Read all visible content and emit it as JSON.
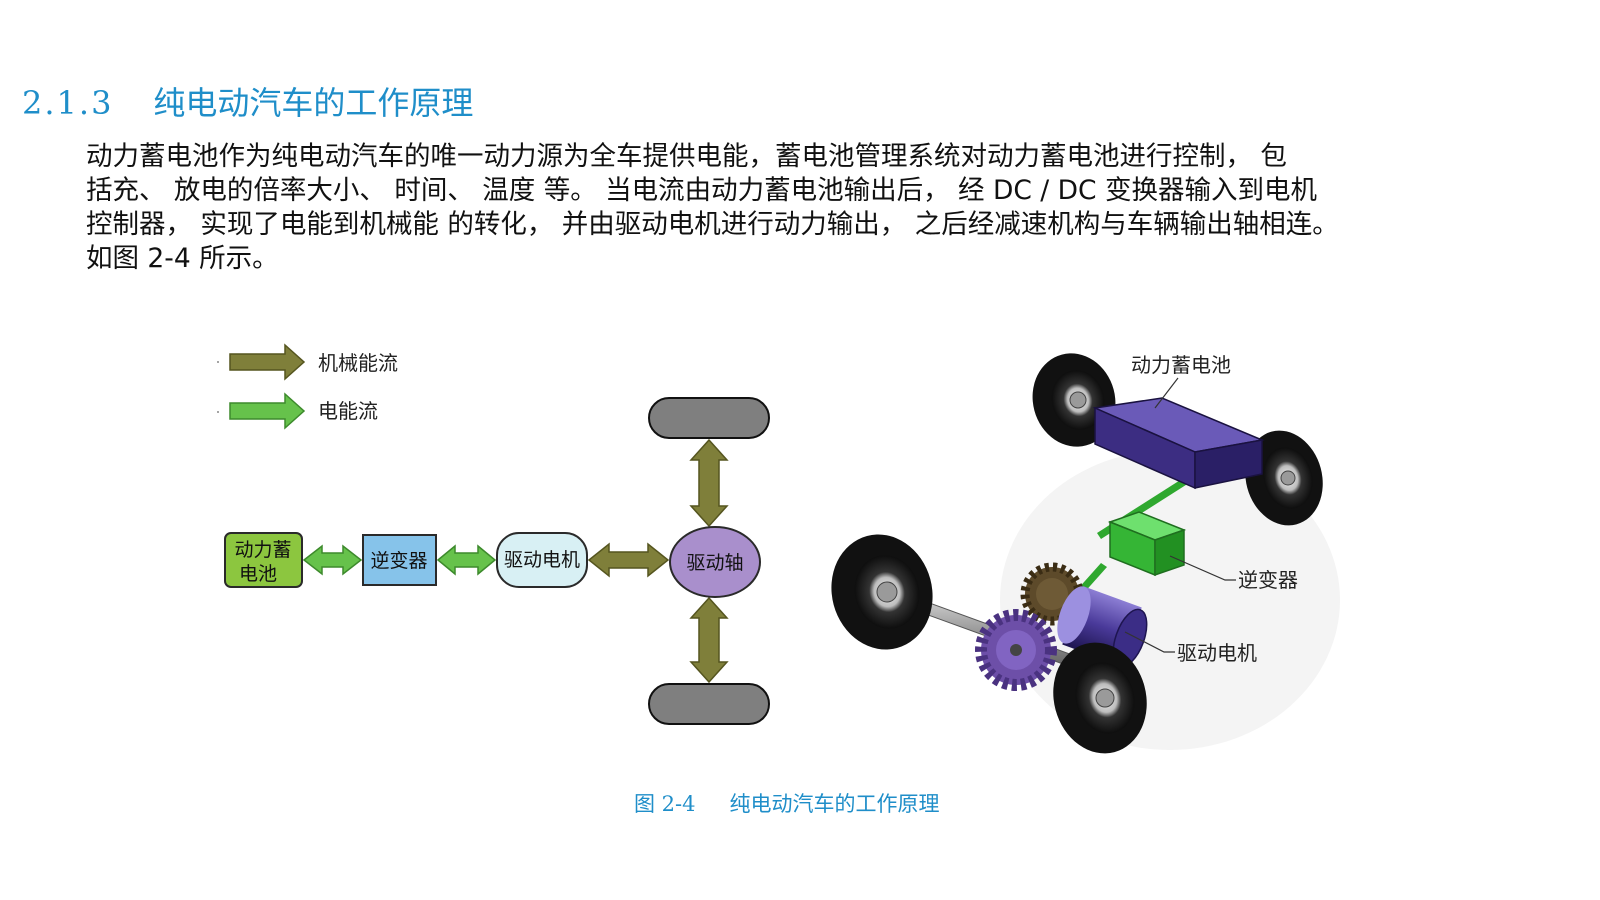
{
  "section": {
    "number": "2.1.3",
    "title": "纯电动汽车的工作原理"
  },
  "paragraph": {
    "lines": [
      "动力蓄电池作为纯电动汽车的唯一动力源为全车提供电能，蓄电池管理系统对动力蓄电池进行控制， 包",
      "括充、 放电的倍率大小、 时间、 温度 等。 当电流由动力蓄电池输出后， 经 DC / DC 变换器输入到电机",
      "控制器， 实现了电能到机械能 的转化， 并由驱动电机进行动力输出， 之后经减速机构与车辆输出轴相连。",
      "如图 2-4 所示。"
    ]
  },
  "figure": {
    "legend": {
      "mechanical": "机械能流",
      "electrical": "电能流"
    },
    "diagram": {
      "battery_line1": "动力蓄",
      "battery_line2": "电池",
      "inverter": "逆变器",
      "motor": "驱动电机",
      "shaft": "驱动轴"
    },
    "illustration": {
      "battery_label": "动力蓄电池",
      "inverter_label": "逆变器",
      "motor_label": "驱动电机"
    },
    "colors": {
      "mechanical_arrow": "#7f7f3a",
      "electrical_arrow": "#66c24b",
      "battery_box": "#8cc63f",
      "inverter_box": "#86c3ea",
      "motor_box": "#d8f0f4",
      "shaft_ellipse": "#a98fcc",
      "wheel_box": "#7f7f7f",
      "battery_pack": "#3c2d82",
      "inverter_pack": "#35b535",
      "motor_drum": "#4a3a9a"
    },
    "caption": {
      "number": "图 2-4",
      "title": "纯电动汽车的工作原理"
    }
  }
}
